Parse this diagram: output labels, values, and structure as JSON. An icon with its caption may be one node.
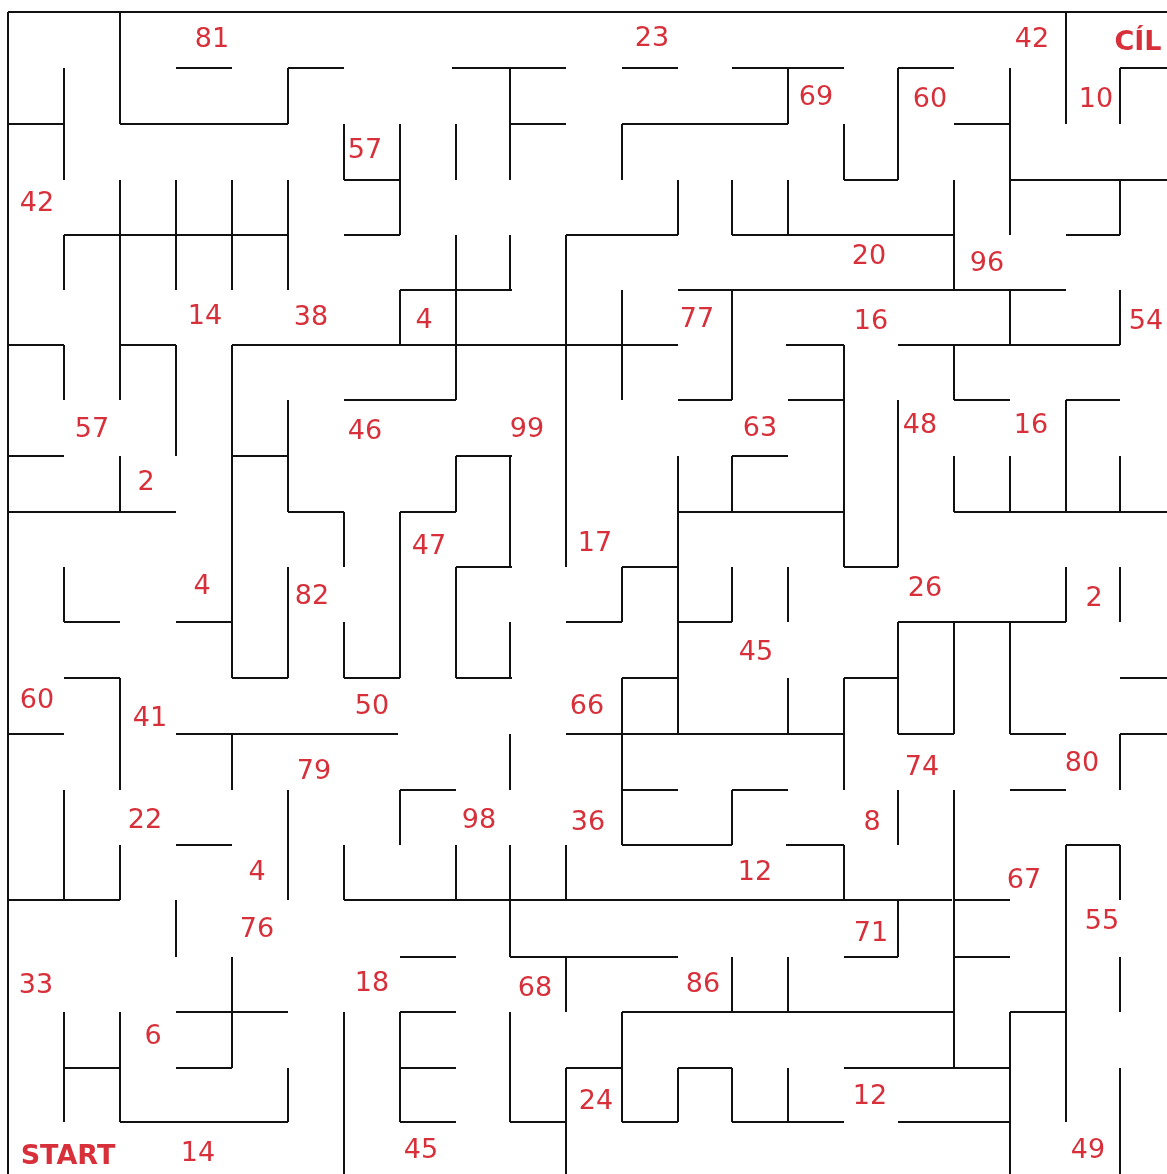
{
  "diagram": {
    "labels": [
      "81",
      "23",
      "42",
      "CÍL",
      "69",
      "60",
      "10",
      "57",
      "42",
      "20",
      "96",
      "14",
      "38",
      "4",
      "77",
      "16",
      "54",
      "57",
      "46",
      "99",
      "63",
      "48",
      "16",
      "2",
      "47",
      "17",
      "4",
      "82",
      "26",
      "2",
      "45",
      "60",
      "41",
      "50",
      "66",
      "79",
      "74",
      "80",
      "22",
      "98",
      "36",
      "8",
      "4",
      "12",
      "67",
      "76",
      "71",
      "55",
      "33",
      "18",
      "68",
      "86",
      "6",
      "24",
      "12",
      "START",
      "14",
      "45",
      "49"
    ]
  }
}
